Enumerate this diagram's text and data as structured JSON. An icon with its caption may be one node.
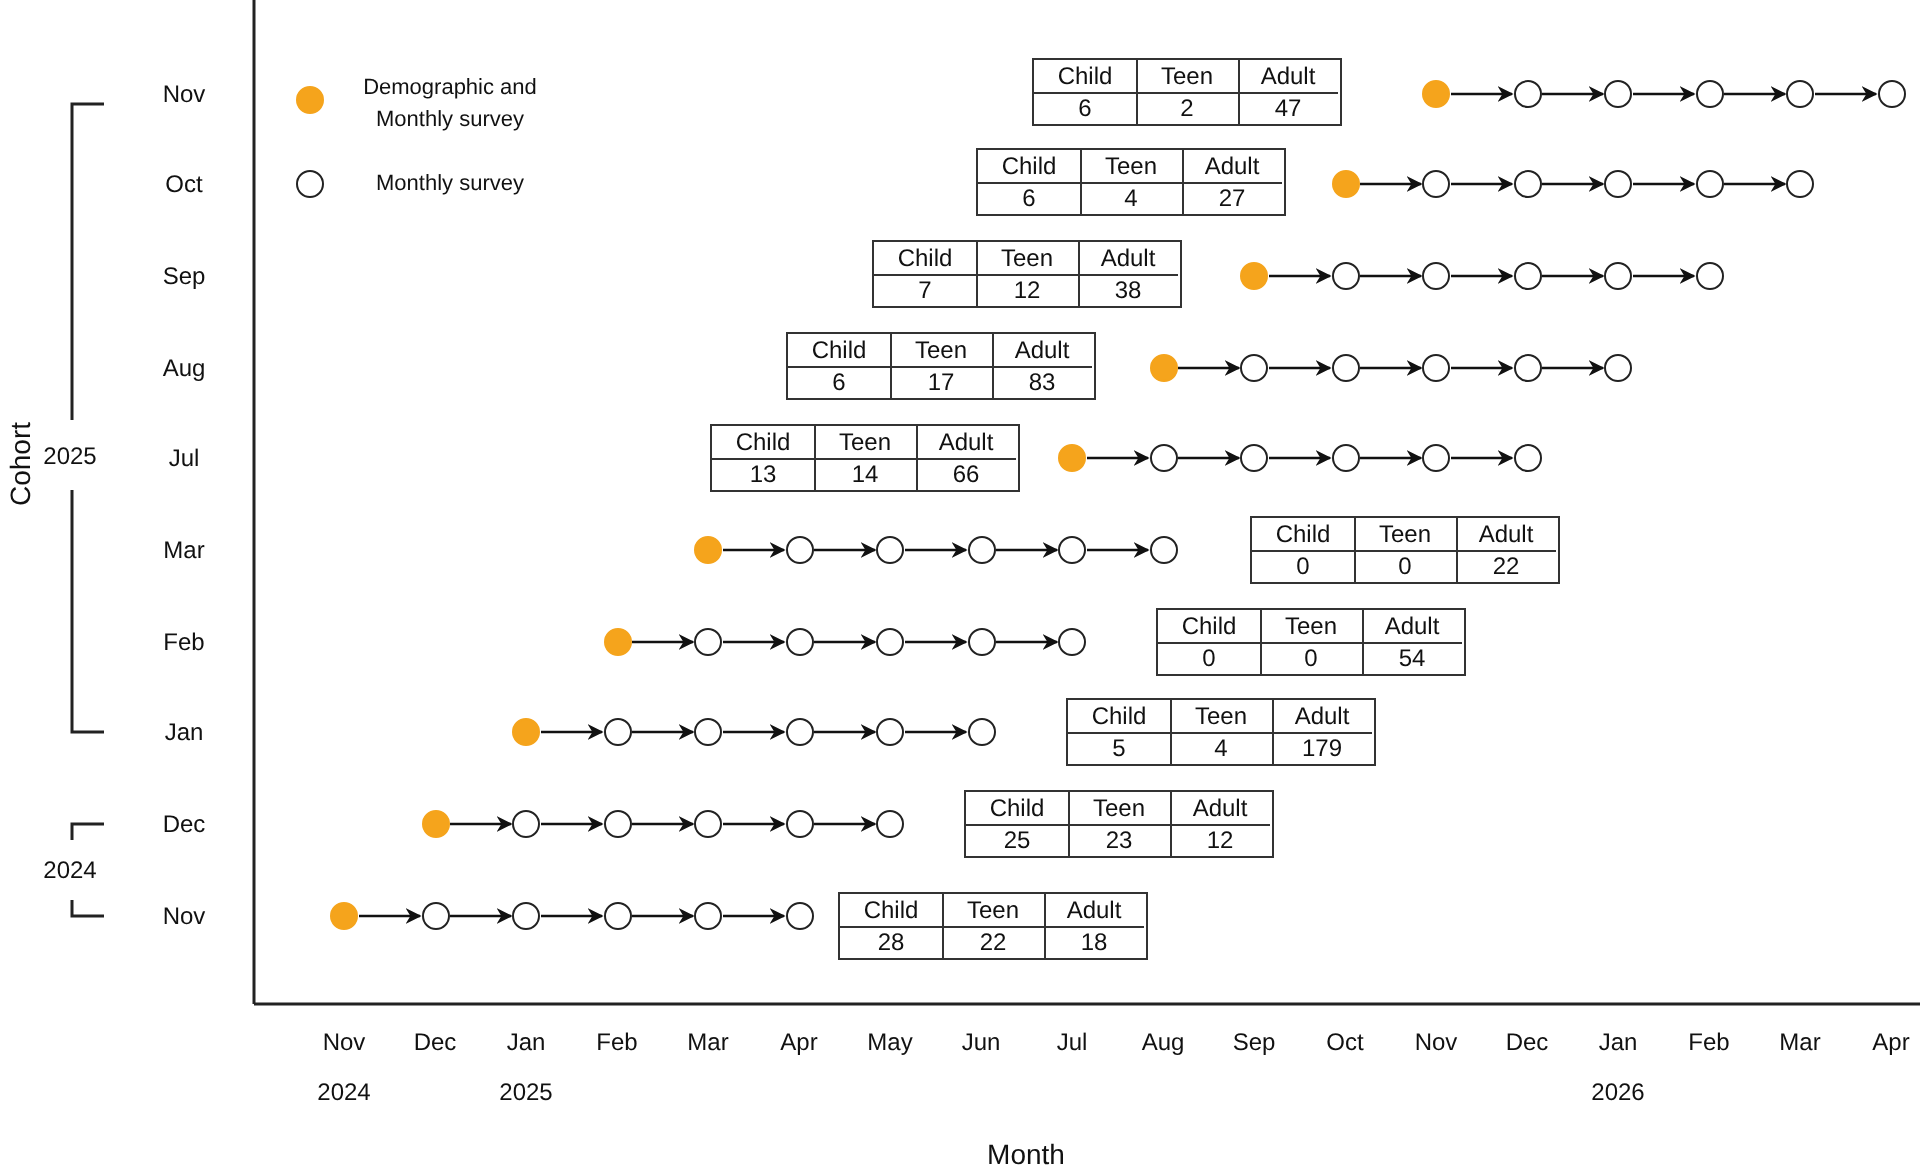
{
  "diagram": {
    "nodes": [
      {
        "text": [],
        "shape": "circle"
      },
      {
        "text": [],
        "shape": "circle"
      },
      {
        "text": [],
        "shape": "circle"
      },
      {
        "text": [],
        "shape": "circle"
      },
      {
        "text": [],
        "shape": "circle"
      },
      {
        "text": [],
        "shape": "circle"
      },
      {
        "text": [],
        "shape": "circle"
      },
      {
        "text": [],
        "shape": "circle"
      },
      {
        "text": [],
        "shape": "circle"
      },
      {
        "text": [],
        "shape": "circle"
      },
      {
        "text": [],
        "shape": "circle"
      },
      {
        "text": [],
        "shape": "circle"
      },
      {
        "text": [],
        "shape": "circle"
      },
      {
        "text": [],
        "shape": "circle"
      },
      {
        "text": [],
        "shape": "circle"
      },
      {
        "text": [],
        "shape": "circle"
      },
      {
        "text": [],
        "shape": "circle"
      },
      {
        "text": [],
        "shape": "circle"
      },
      {
        "text": [],
        "shape": "circle"
      },
      {
        "text": [],
        "shape": "circle"
      },
      {
        "text": [],
        "shape": "circle"
      },
      {
        "text": [],
        "shape": "circle"
      },
      {
        "text": [],
        "shape": "circle"
      },
      {
        "text": [],
        "shape": "circle"
      },
      {
        "text": [],
        "shape": "circle"
      },
      {
        "text": [],
        "shape": "circle"
      },
      {
        "text": [],
        "shape": "circle"
      },
      {
        "text": [],
        "shape": "circle"
      },
      {
        "text": [],
        "shape": "circle"
      },
      {
        "text": [],
        "shape": "circle"
      },
      {
        "text": [],
        "shape": "circle"
      },
      {
        "text": [],
        "shape": "circle"
      },
      {
        "text": [],
        "shape": "circle"
      },
      {
        "text": [],
        "shape": "circle"
      },
      {
        "text": [],
        "shape": "circle"
      },
      {
        "text": [],
        "shape": "circle"
      },
      {
        "text": [],
        "shape": "circle"
      },
      {
        "text": [],
        "shape": "circle"
      },
      {
        "text": [],
        "shape": "circle"
      },
      {
        "text": [],
        "shape": "circle"
      },
      {
        "text": [],
        "shape": "circle"
      },
      {
        "text": [],
        "shape": "circle"
      },
      {
        "text": [],
        "shape": "circle"
      },
      {
        "text": [],
        "shape": "circle"
      },
      {
        "text": [],
        "shape": "circle"
      },
      {
        "text": [],
        "shape": "circle"
      },
      {
        "text": [],
        "shape": "circle"
      },
      {
        "text": [],
        "shape": "circle"
      },
      {
        "text": [],
        "shape": "circle"
      },
      {
        "text": [],
        "shape": "circle"
      },
      {
        "text": [],
        "shape": "circle"
      },
      {
        "text": [],
        "shape": "circle"
      },
      {
        "text": [],
        "shape": "circle"
      },
      {
        "text": [],
        "shape": "circle"
      },
      {
        "text": [],
        "shape": "circle"
      },
      {
        "text": [],
        "shape": "circle"
      },
      {
        "text": [],
        "shape": "circle"
      },
      {
        "text": [],
        "shape": "circle"
      },
      {
        "text": [],
        "shape": "circle"
      },
      {
        "text": [],
        "shape": "circle"
      }
    ],
    "edges": [
      {
        "from": 0,
        "to": 1,
        "arrow": "to"
      },
      {
        "from": 1,
        "to": 2,
        "arrow": "to"
      },
      {
        "from": 2,
        "to": 3,
        "arrow": "to"
      },
      {
        "from": 3,
        "to": 4,
        "arrow": "to"
      },
      {
        "from": 4,
        "to": 5,
        "arrow": "to"
      },
      {
        "from": 6,
        "to": 7,
        "arrow": "to"
      },
      {
        "from": 7,
        "to": 8,
        "arrow": "to"
      },
      {
        "from": 8,
        "to": 9,
        "arrow": "to"
      },
      {
        "from": 9,
        "to": 10,
        "arrow": "to"
      },
      {
        "from": 10,
        "to": 11,
        "arrow": "to"
      },
      {
        "from": 12,
        "to": 13,
        "arrow": "to"
      },
      {
        "from": 13,
        "to": 14,
        "arrow": "to"
      },
      {
        "from": 14,
        "to": 15,
        "arrow": "to"
      },
      {
        "from": 15,
        "to": 16,
        "arrow": "to"
      },
      {
        "from": 16,
        "to": 17,
        "arrow": "to"
      },
      {
        "from": 18,
        "to": 19,
        "arrow": "to"
      },
      {
        "from": 19,
        "to": 20,
        "arrow": "to"
      },
      {
        "from": 20,
        "to": 21,
        "arrow": "to"
      },
      {
        "from": 21,
        "to": 22,
        "arrow": "to"
      },
      {
        "from": 22,
        "to": 23,
        "arrow": "to"
      },
      {
        "from": 24,
        "to": 25,
        "arrow": "to"
      },
      {
        "from": 25,
        "to": 26,
        "arrow": "to"
      },
      {
        "from": 26,
        "to": 27,
        "arrow": "to"
      },
      {
        "from": 27,
        "to": 28,
        "arrow": "to"
      },
      {
        "from": 28,
        "to": 29,
        "arrow": "to"
      },
      {
        "from": 30,
        "to": 31,
        "arrow": "to"
      },
      {
        "from": 31,
        "to": 32,
        "arrow": "to"
      },
      {
        "from": 32,
        "to": 33,
        "arrow": "to"
      },
      {
        "from": 33,
        "to": 34,
        "arrow": "to"
      },
      {
        "from": 34,
        "to": 35,
        "arrow": "to"
      },
      {
        "from": 36,
        "to": 37,
        "arrow": "to"
      },
      {
        "from": 37,
        "to": 38,
        "arrow": "to"
      },
      {
        "from": 38,
        "to": 39,
        "arrow": "to"
      },
      {
        "from": 39,
        "to": 40,
        "arrow": "to"
      },
      {
        "from": 40,
        "to": 41,
        "arrow": "to"
      },
      {
        "from": 42,
        "to": 43,
        "arrow": "to"
      },
      {
        "from": 43,
        "to": 44,
        "arrow": "to"
      },
      {
        "from": 44,
        "to": 45,
        "arrow": "to"
      },
      {
        "from": 45,
        "to": 46,
        "arrow": "to"
      },
      {
        "from": 46,
        "to": 47,
        "arrow": "to"
      },
      {
        "from": 48,
        "to": 49,
        "arrow": "to"
      },
      {
        "from": 49,
        "to": 50,
        "arrow": "to"
      },
      {
        "from": 50,
        "to": 51,
        "arrow": "to"
      },
      {
        "from": 51,
        "to": 52,
        "arrow": "to"
      },
      {
        "from": 52,
        "to": 53,
        "arrow": "to"
      },
      {
        "from": 54,
        "to": 55,
        "arrow": "to"
      },
      {
        "from": 55,
        "to": 56,
        "arrow": "to"
      },
      {
        "from": 56,
        "to": 57,
        "arrow": "to"
      },
      {
        "from": 57,
        "to": 58,
        "arrow": "to"
      },
      {
        "from": 58,
        "to": 59,
        "arrow": "to"
      }
    ],
    "labels": [
      "Nov",
      "Oct",
      "Sep",
      "Aug",
      "Jul",
      "Mar",
      "Feb",
      "Jan",
      "Dec",
      "Nov",
      "2025",
      "2024",
      "Cohort",
      "Child",
      "Teen",
      "Adult",
      "6",
      "2",
      "47",
      "Child",
      "Teen",
      "Adult",
      "6",
      "4",
      "27",
      "Child",
      "Teen",
      "Adult",
      "7",
      "12",
      "38",
      "Child",
      "Teen",
      "Adult",
      "6",
      "17",
      "83",
      "Child",
      "Teen",
      "Adult",
      "13",
      "14",
      "66",
      "Child",
      "Teen",
      "Adult",
      "0",
      "0",
      "22",
      "Child",
      "Teen",
      "Adult",
      "0",
      "0",
      "54",
      "Child",
      "Teen",
      "Adult",
      "5",
      "4",
      "179",
      "Child",
      "Teen",
      "Adult",
      "25",
      "23",
      "12",
      "Child",
      "Teen",
      "Adult",
      "28",
      "22",
      "18",
      "Nov",
      "Dec",
      "Jan",
      "Feb",
      "Mar",
      "Apr",
      "May",
      "Jun",
      "Jul",
      "Aug",
      "Sep",
      "Oct",
      "Nov",
      "Dec",
      "Jan",
      "Feb",
      "Mar",
      "Apr",
      "2024",
      "2025",
      "2026",
      "Month"
    ],
    "legend": [
      {
        "text": "Demographic and Monthly survey",
        "color": "#f5a41c"
      },
      {
        "text": "Monthly survey",
        "color": "#ffffff"
      }
    ]
  }
}
